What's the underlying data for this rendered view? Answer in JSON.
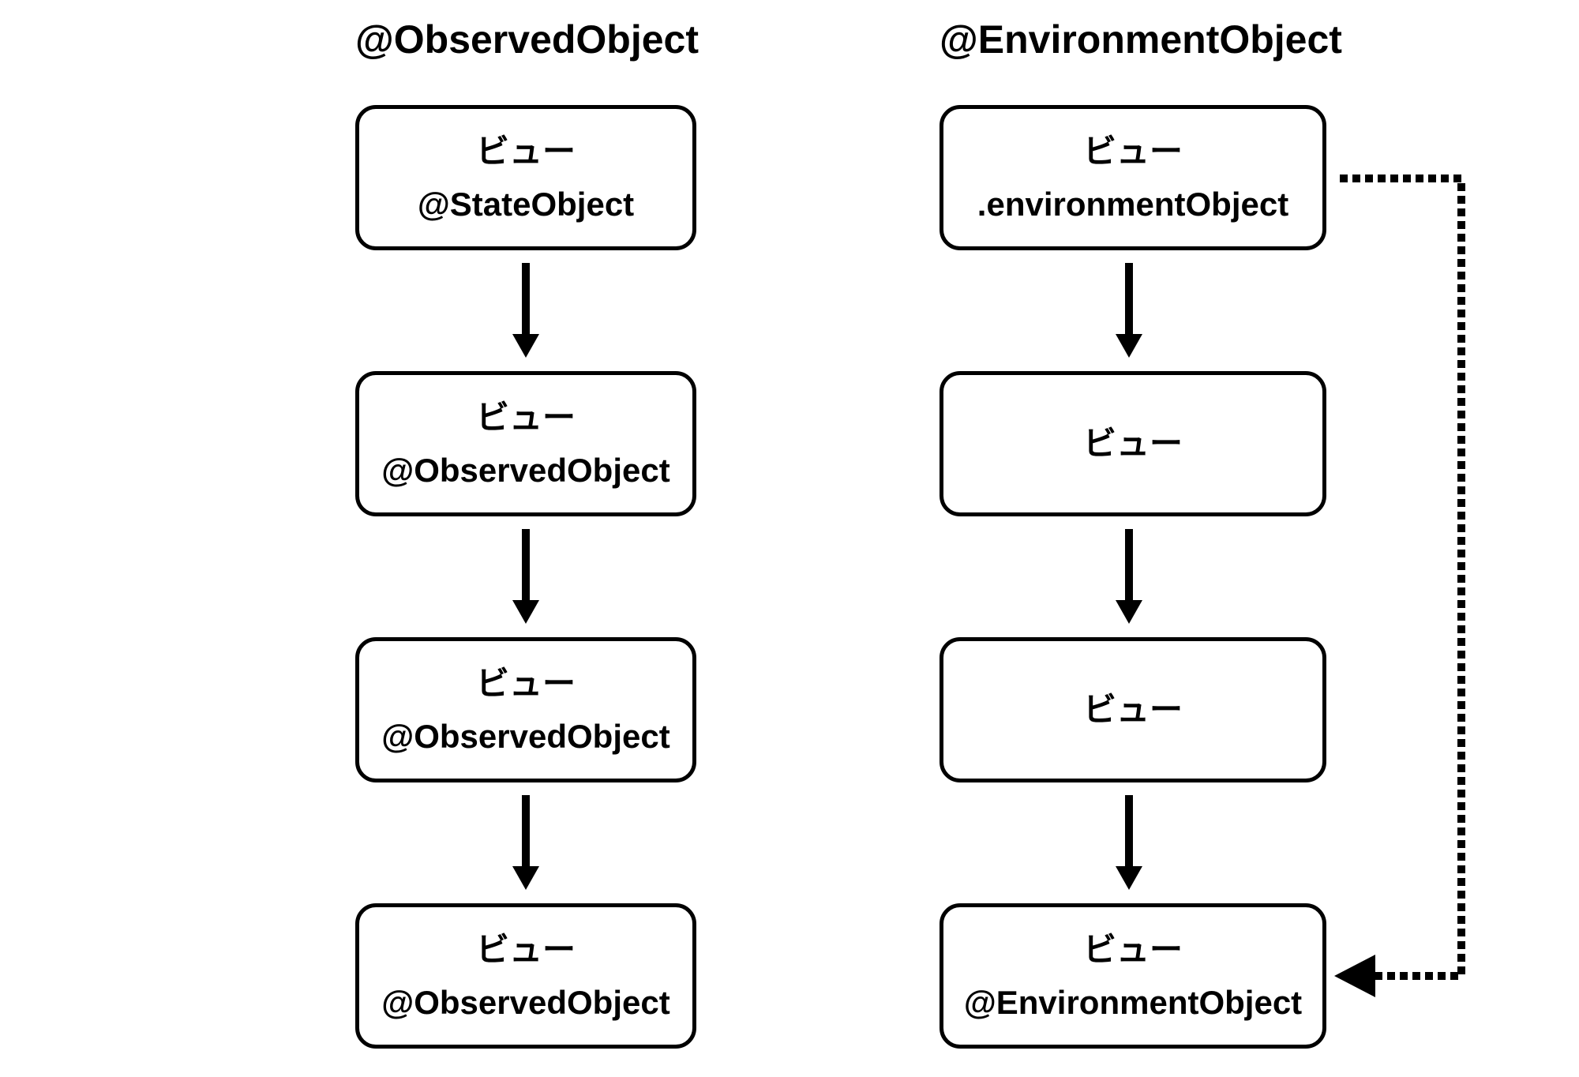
{
  "diagram": {
    "left": {
      "title": "@ObservedObject",
      "box1": {
        "line1": "ビュー",
        "line2": "@StateObject"
      },
      "box2": {
        "line1": "ビュー",
        "line2": "@ObservedObject"
      },
      "box3": {
        "line1": "ビュー",
        "line2": "@ObservedObject"
      },
      "box4": {
        "line1": "ビュー",
        "line2": "@ObservedObject"
      }
    },
    "right": {
      "title": "@EnvironmentObject",
      "box1": {
        "line1": "ビュー",
        "line2": ".environmentObject"
      },
      "box2": {
        "line1": "ビュー"
      },
      "box3": {
        "line1": "ビュー"
      },
      "box4": {
        "line1": "ビュー",
        "line2": "@EnvironmentObject"
      }
    },
    "connector": {
      "type": "dotted-arrow",
      "from": "right.box1",
      "to": "right.box4"
    },
    "colors": {
      "ink": "#000000",
      "background": "#ffffff"
    }
  }
}
